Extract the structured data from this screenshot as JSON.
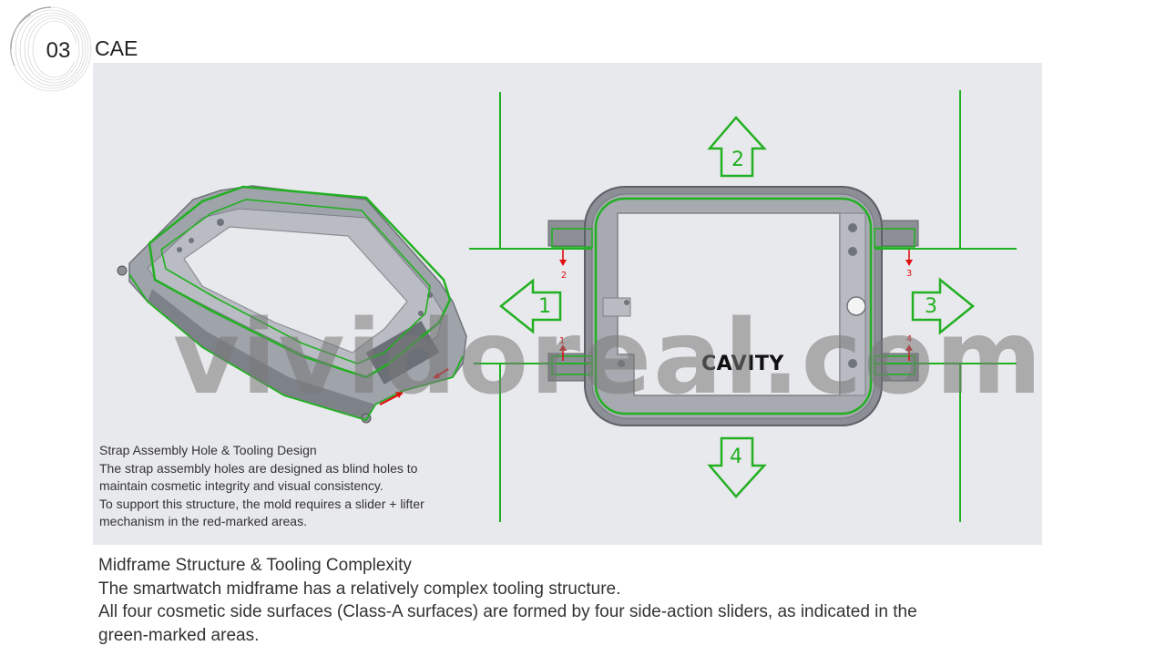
{
  "header": {
    "number": "03",
    "title": "CAE"
  },
  "diagram": {
    "cavity_label": "CAVITY",
    "slider_arrows": [
      {
        "label": "1",
        "direction": "left"
      },
      {
        "label": "2",
        "direction": "up"
      },
      {
        "label": "3",
        "direction": "right"
      },
      {
        "label": "4",
        "direction": "down"
      }
    ],
    "lifter_markers": [
      "2",
      "3",
      "1",
      "4"
    ],
    "colors": {
      "slider": "#22b022",
      "lifter": "#e01010",
      "part": "#8c8f96",
      "panel_bg": "#e8e9ec"
    }
  },
  "watermark": "vividoreal.com",
  "left_note": {
    "title": "Strap Assembly Hole & Tooling Design",
    "lines": [
      "The strap assembly holes are designed as blind holes to",
      "maintain cosmetic integrity and visual consistency.",
      "To support this structure, the mold requires a slider + lifter",
      "mechanism in the red-marked areas."
    ]
  },
  "bottom_text": {
    "title": "Midframe Structure & Tooling Complexity",
    "lines": [
      "The smartwatch midframe has a relatively complex tooling structure.",
      "All four cosmetic side surfaces (Class-A surfaces) are formed by four side-action sliders, as indicated in the",
      "green-marked areas."
    ]
  }
}
